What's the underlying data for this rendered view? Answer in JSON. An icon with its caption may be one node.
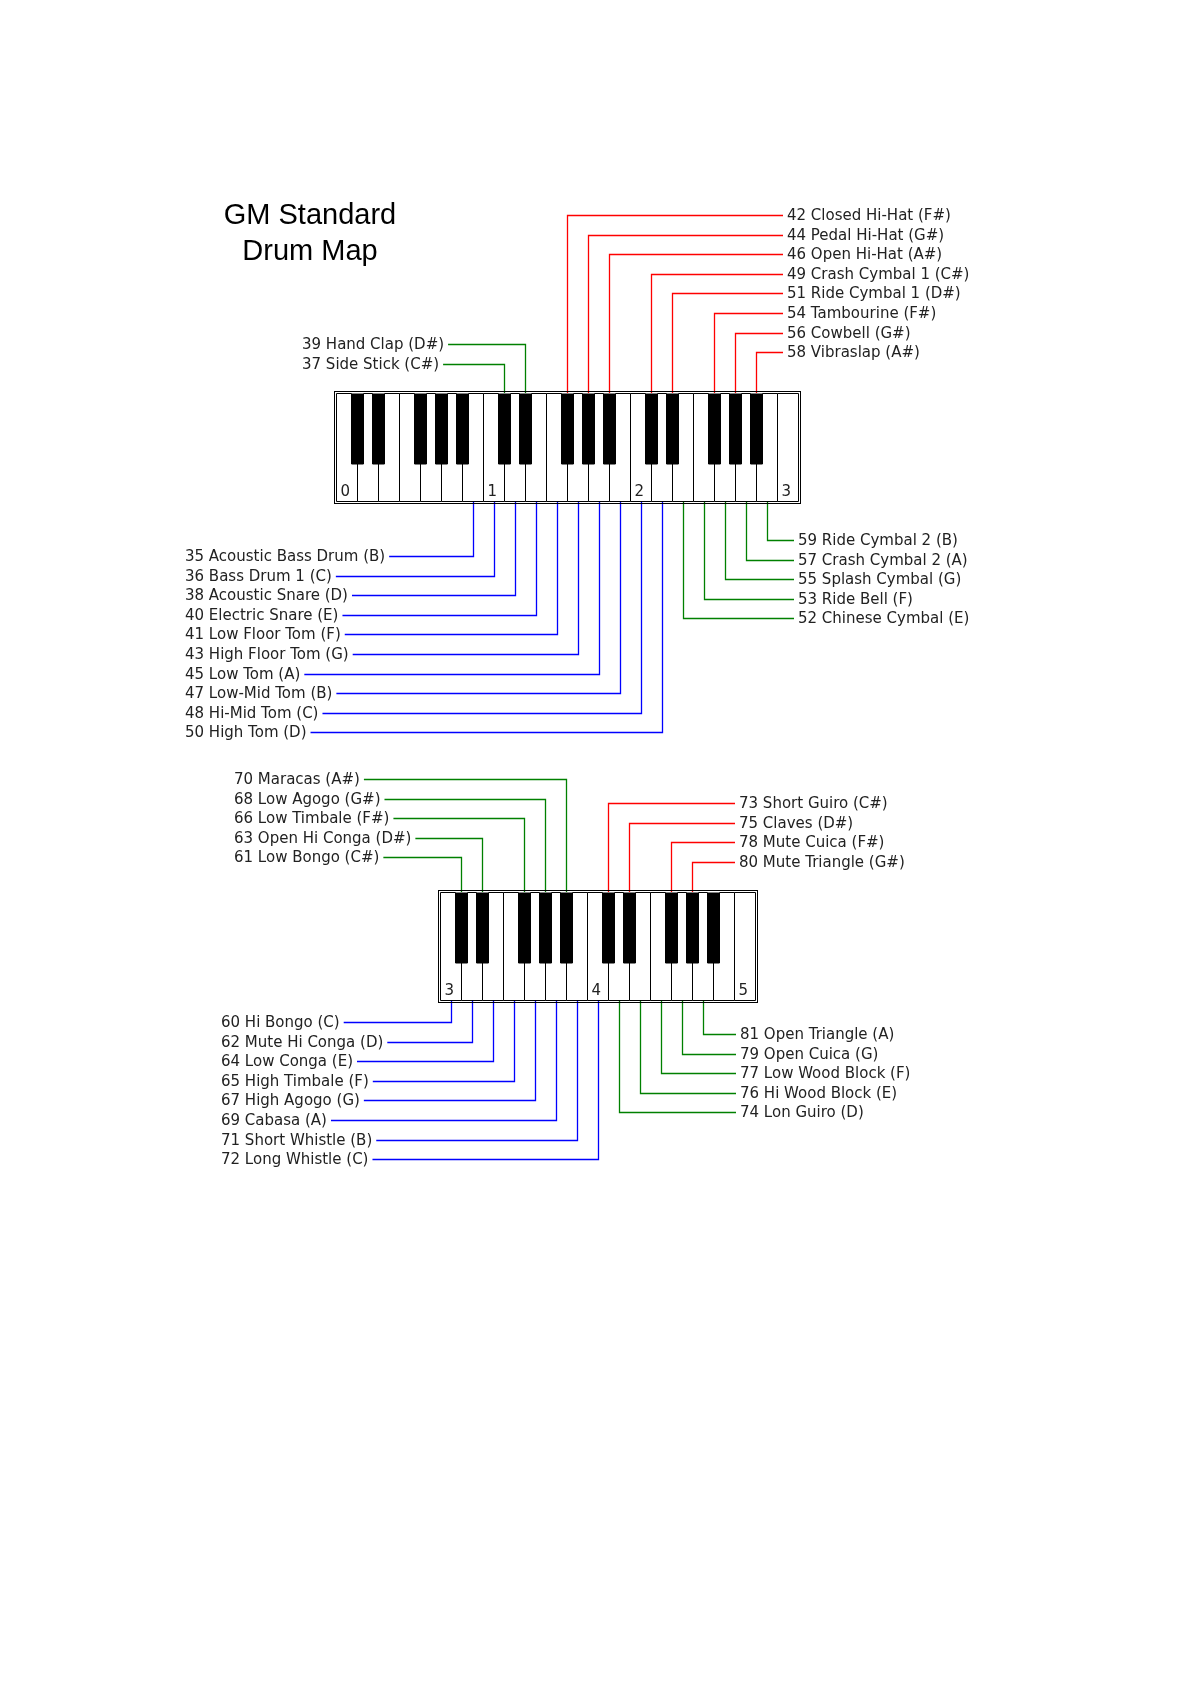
{
  "diagram": {
    "title": "GM Standard Drum Map",
    "nodes": [
      {
        "text": [],
        "shape": "picture"
      },
      {
        "text": [],
        "shape": "bar",
        "in": 0
      },
      {
        "text": [],
        "shape": "bar",
        "in": 0
      },
      {
        "text": [],
        "shape": "bar",
        "in": 0
      },
      {
        "text": [],
        "shape": "bar",
        "in": 0
      },
      {
        "text": [],
        "shape": "bar",
        "in": 0
      },
      {
        "text": [],
        "shape": "bar",
        "in": 0
      },
      {
        "text": [],
        "shape": "bar",
        "in": 0
      },
      {
        "text": [],
        "shape": "bar",
        "in": 0
      },
      {
        "text": [],
        "shape": "bar",
        "in": 0
      },
      {
        "text": [],
        "shape": "bar",
        "in": 0
      },
      {
        "text": [],
        "shape": "bar",
        "in": 0
      },
      {
        "text": [],
        "shape": "bar",
        "in": 0
      },
      {
        "text": [],
        "shape": "bar",
        "in": 0
      },
      {
        "text": [],
        "shape": "bar",
        "in": 0
      },
      {
        "text": [],
        "shape": "bar",
        "in": 0
      },
      {
        "text": [],
        "shape": "bar",
        "in": 0
      },
      {
        "text": [],
        "shape": "bar",
        "in": 0
      },
      {
        "text": [],
        "shape": "bar",
        "in": 0
      },
      {
        "text": [],
        "shape": "bar",
        "in": 0
      },
      {
        "text": [],
        "shape": "bar",
        "in": 0
      },
      {
        "text": [],
        "shape": "bar",
        "in": 0
      },
      {
        "text": [],
        "shape": "bar",
        "in": 0
      },
      {
        "text": [],
        "shape": "bar",
        "in": 0
      },
      {
        "text": [],
        "shape": "bar",
        "in": 0
      },
      {
        "text": [],
        "shape": "bar",
        "in": 0
      },
      {
        "text": [],
        "shape": "picture"
      },
      {
        "text": [],
        "shape": "bar",
        "in": 26
      },
      {
        "text": [],
        "shape": "bar",
        "in": 26
      },
      {
        "text": [],
        "shape": "bar",
        "in": 26
      },
      {
        "text": [],
        "shape": "bar",
        "in": 26
      },
      {
        "text": [],
        "shape": "bar",
        "in": 26
      },
      {
        "text": [],
        "shape": "bar",
        "in": 26
      },
      {
        "text": [],
        "shape": "bar",
        "in": 26
      },
      {
        "text": [],
        "shape": "bar",
        "in": 26
      },
      {
        "text": [],
        "shape": "bar",
        "in": 26
      },
      {
        "text": [],
        "shape": "bar",
        "in": 26
      },
      {
        "text": [],
        "shape": "bar",
        "in": 26
      },
      {
        "text": [],
        "shape": "bar",
        "in": 26
      },
      {
        "text": [],
        "shape": "bar",
        "in": 26
      },
      {
        "text": [],
        "shape": "bar",
        "in": 26
      },
      {
        "text": [],
        "shape": "bar",
        "in": 26
      },
      {
        "text": [],
        "shape": "bar",
        "in": 26
      },
      {
        "text": [],
        "shape": "bar",
        "in": 26
      },
      {
        "text": [],
        "shape": "bar",
        "in": 26
      },
      {
        "text": [],
        "shape": "bar",
        "in": 26
      },
      {
        "text": [],
        "shape": "bar",
        "in": 26
      },
      {
        "text": [],
        "shape": "bar",
        "in": 26
      },
      {
        "text": [],
        "shape": "bar",
        "in": 26
      },
      {
        "text": [
          "39 Hand Clap (D#)"
        ]
      },
      {
        "text": [
          "37 Side Stick (C#)"
        ]
      },
      {
        "text": [
          "42 Closed Hi-Hat (F#)"
        ]
      },
      {
        "text": [
          "44 Pedal Hi-Hat (G#)"
        ]
      },
      {
        "text": [
          "46 Open Hi-Hat (A#)"
        ]
      },
      {
        "text": [
          "49 Crash Cymbal 1 (C#)"
        ]
      },
      {
        "text": [
          "51 Ride Cymbal 1 (D#)"
        ]
      },
      {
        "text": [
          "54 Tambourine (F#)"
        ]
      },
      {
        "text": [
          "56 Cowbell (G#)"
        ]
      },
      {
        "text": [
          "58 Vibraslap (A#)"
        ]
      },
      {
        "text": [
          "35 Acoustic Bass Drum (B)"
        ]
      },
      {
        "text": [
          "36 Bass Drum 1 (C)"
        ]
      },
      {
        "text": [
          "38 Acoustic Snare (D)"
        ]
      },
      {
        "text": [
          "40 Electric Snare (E)"
        ]
      },
      {
        "text": [
          "41 Low Floor Tom (F)"
        ]
      },
      {
        "text": [
          "43 High Floor Tom (G)"
        ]
      },
      {
        "text": [
          "45 Low Tom (A)"
        ]
      },
      {
        "text": [
          "47 Low-Mid Tom (B)"
        ]
      },
      {
        "text": [
          "48 Hi-Mid Tom (C)"
        ]
      },
      {
        "text": [
          "50 High Tom (D)"
        ]
      },
      {
        "text": [
          "59 Ride Cymbal 2 (B)"
        ]
      },
      {
        "text": [
          "57 Crash Cymbal 2 (A)"
        ]
      },
      {
        "text": [
          "55 Splash Cymbal (G)"
        ]
      },
      {
        "text": [
          "53 Ride Bell (F)"
        ]
      },
      {
        "text": [
          "52 Chinese Cymbal (E)"
        ]
      },
      {
        "text": [
          "70 Maracas (A#)"
        ]
      },
      {
        "text": [
          "68 Low Agogo (G#)"
        ]
      },
      {
        "text": [
          "66 Low Timbale (F#)"
        ]
      },
      {
        "text": [
          "63 Open Hi Conga (D#)"
        ]
      },
      {
        "text": [
          "61 Low Bongo (C#)"
        ]
      },
      {
        "text": [
          "73 Short Guiro (C#)"
        ]
      },
      {
        "text": [
          "75 Claves (D#)"
        ]
      },
      {
        "text": [
          "78 Mute Cuica (F#)"
        ]
      },
      {
        "text": [
          "80 Mute Triangle (G#)"
        ]
      },
      {
        "text": [
          "60 Hi Bongo (C)"
        ]
      },
      {
        "text": [
          "62 Mute Hi Conga (D)"
        ]
      },
      {
        "text": [
          "64 Low Conga (E)"
        ]
      },
      {
        "text": [
          "65 High Timbale (F)"
        ]
      },
      {
        "text": [
          "67 High Agogo (G)"
        ]
      },
      {
        "text": [
          "69 Cabasa (A)"
        ]
      },
      {
        "text": [
          "71 Short Whistle (B)"
        ]
      },
      {
        "text": [
          "72 Long Whistle (C)"
        ]
      },
      {
        "text": [
          "81 Open Triangle (A)"
        ]
      },
      {
        "text": [
          "79 Open Cuica (G)"
        ]
      },
      {
        "text": [
          "77 Low Wood Block (F)"
        ]
      },
      {
        "text": [
          "76 Hi Wood Block (E)"
        ]
      },
      {
        "text": [
          "74 Lon Guiro (D)"
        ]
      }
    ],
    "edges": [
      {
        "from": 49,
        "to": 5,
        "arrow": "none",
        "color": "#008000"
      },
      {
        "from": 50,
        "to": 3,
        "arrow": "none",
        "color": "#008000"
      },
      {
        "from": 51,
        "to": 8,
        "arrow": "none",
        "color": "#ff0000"
      },
      {
        "from": 52,
        "to": 10,
        "arrow": "none",
        "color": "#ff0000"
      },
      {
        "from": 53,
        "to": 12,
        "arrow": "none",
        "color": "#ff0000"
      },
      {
        "from": 54,
        "to": 15,
        "arrow": "none",
        "color": "#ff0000"
      },
      {
        "from": 55,
        "to": 17,
        "arrow": "none",
        "color": "#ff0000"
      },
      {
        "from": 56,
        "to": 20,
        "arrow": "none",
        "color": "#ff0000"
      },
      {
        "from": 57,
        "to": 22,
        "arrow": "none",
        "color": "#ff0000"
      },
      {
        "from": 58,
        "to": 24,
        "arrow": "none",
        "color": "#ff0000"
      },
      {
        "from": 59,
        "to": 1,
        "arrow": "none"
      },
      {
        "from": 60,
        "to": 2,
        "arrow": "none"
      },
      {
        "from": 61,
        "to": 4,
        "arrow": "none"
      },
      {
        "from": 62,
        "to": 6,
        "arrow": "none"
      },
      {
        "from": 63,
        "to": 7,
        "arrow": "none"
      },
      {
        "from": 64,
        "to": 9,
        "arrow": "none"
      },
      {
        "from": 65,
        "to": 11,
        "arrow": "none"
      },
      {
        "from": 66,
        "to": 13,
        "arrow": "none"
      },
      {
        "from": 67,
        "to": 14,
        "arrow": "none"
      },
      {
        "from": 68,
        "to": 16,
        "arrow": "none"
      },
      {
        "from": 69,
        "to": 25,
        "arrow": "none",
        "color": "#008000"
      },
      {
        "from": 70,
        "to": 23,
        "arrow": "none",
        "color": "#008000"
      },
      {
        "from": 71,
        "to": 21,
        "arrow": "none",
        "color": "#008000"
      },
      {
        "from": 72,
        "to": 19,
        "arrow": "none",
        "color": "#008000"
      },
      {
        "from": 73,
        "to": 18,
        "arrow": "none",
        "color": "#008000"
      },
      {
        "from": 74,
        "to": 37,
        "arrow": "none",
        "color": "#008000"
      },
      {
        "from": 75,
        "to": 35,
        "arrow": "none",
        "color": "#008000"
      },
      {
        "from": 76,
        "to": 33,
        "arrow": "none",
        "color": "#008000"
      },
      {
        "from": 77,
        "to": 30,
        "arrow": "none",
        "color": "#008000"
      },
      {
        "from": 78,
        "to": 28,
        "arrow": "none",
        "color": "#008000"
      },
      {
        "from": 79,
        "to": 40,
        "arrow": "none",
        "color": "#ff0000"
      },
      {
        "from": 80,
        "to": 42,
        "arrow": "none",
        "color": "#ff0000"
      },
      {
        "from": 81,
        "to": 45,
        "arrow": "none",
        "color": "#ff0000"
      },
      {
        "from": 82,
        "to": 47,
        "arrow": "none",
        "color": "#ff0000"
      },
      {
        "from": 83,
        "to": 27,
        "arrow": "none"
      },
      {
        "from": 84,
        "to": 29,
        "arrow": "none"
      },
      {
        "from": 85,
        "to": 31,
        "arrow": "none"
      },
      {
        "from": 86,
        "to": 32,
        "arrow": "none"
      },
      {
        "from": 87,
        "to": 34,
        "arrow": "none"
      },
      {
        "from": 88,
        "to": 36,
        "arrow": "none"
      },
      {
        "from": 89,
        "to": 38,
        "arrow": "none"
      },
      {
        "from": 90,
        "to": 39,
        "arrow": "none"
      },
      {
        "from": 91,
        "to": 48,
        "arrow": "none",
        "color": "#008000"
      },
      {
        "from": 92,
        "to": 46,
        "arrow": "none",
        "color": "#008000"
      },
      {
        "from": 93,
        "to": 44,
        "arrow": "none",
        "color": "#008000"
      },
      {
        "from": 94,
        "to": 43,
        "arrow": "none",
        "color": "#008000"
      },
      {
        "from": 95,
        "to": 41,
        "arrow": "none",
        "color": "#008000"
      }
    ],
    "labels": [
      "0",
      "1",
      "2",
      "3",
      "3",
      "4",
      "5"
    ]
  }
}
